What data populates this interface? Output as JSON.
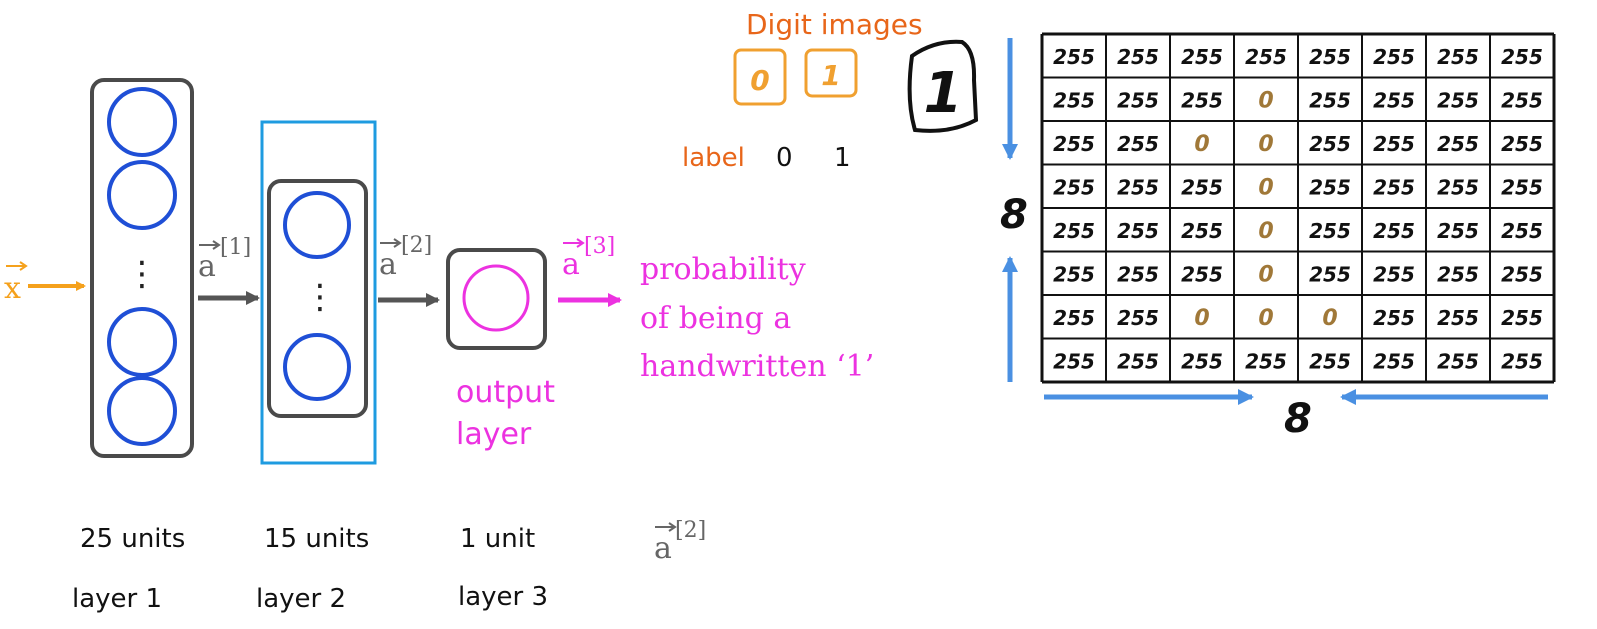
{
  "colors": {
    "input_orange": "#f5a11c",
    "neuron_blue": "#1f4fd6",
    "box_gray": "#4a4a4a",
    "layer2_highlight": "#1e9be0",
    "output_magenta": "#ec32e0",
    "arrow_gray": "#555555",
    "digit_orange": "#f0a030",
    "title_orange": "#e8661a",
    "grid_arrow_blue": "#4a90e2",
    "zero_brown": "#a07838"
  },
  "network": {
    "input": "x",
    "activations": {
      "a1": {
        "base": "a",
        "sup": "[1]"
      },
      "a2": {
        "base": "a",
        "sup": "[2]"
      },
      "a3": {
        "base": "a",
        "sup": "[3]"
      },
      "a2_note": {
        "base": "a",
        "sup": "[2]"
      }
    },
    "output_description": [
      "probability",
      "of being a",
      "handwritten ‘1’"
    ],
    "output_layer_label": [
      "output",
      "layer"
    ],
    "layers": [
      {
        "units": "25 units",
        "name": "layer 1"
      },
      {
        "units": "15 units",
        "name": "layer 2"
      },
      {
        "units": "1 unit",
        "name": "layer 3"
      }
    ],
    "ellipsis": "⋮"
  },
  "digits": {
    "title": "Digit images",
    "samples": [
      "0",
      "1"
    ],
    "label_caption": "label",
    "label_values": [
      "0",
      "1"
    ],
    "big_digit": "1"
  },
  "pixel_grid": {
    "rows": [
      [
        "255",
        "255",
        "255",
        "255",
        "255",
        "255",
        "255",
        "255"
      ],
      [
        "255",
        "255",
        "255",
        "0",
        "255",
        "255",
        "255",
        "255"
      ],
      [
        "255",
        "255",
        "0",
        "0",
        "255",
        "255",
        "255",
        "255"
      ],
      [
        "255",
        "255",
        "255",
        "0",
        "255",
        "255",
        "255",
        "255"
      ],
      [
        "255",
        "255",
        "255",
        "0",
        "255",
        "255",
        "255",
        "255"
      ],
      [
        "255",
        "255",
        "255",
        "0",
        "255",
        "255",
        "255",
        "255"
      ],
      [
        "255",
        "255",
        "0",
        "0",
        "0",
        "255",
        "255",
        "255"
      ],
      [
        "255",
        "255",
        "255",
        "255",
        "255",
        "255",
        "255",
        "255"
      ]
    ],
    "height_label": "8",
    "width_label": "8"
  }
}
